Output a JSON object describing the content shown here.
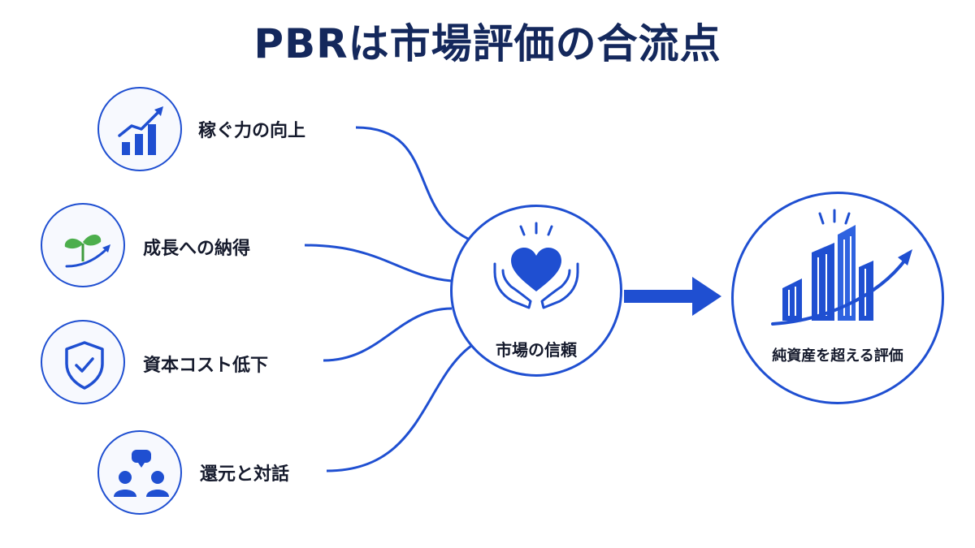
{
  "title": "PBRは市場評価の合流点",
  "factors": [
    {
      "label": "稼ぐ力の向上",
      "icon": "growth-chart-icon"
    },
    {
      "label": "成長への納得",
      "icon": "sprout-icon"
    },
    {
      "label": "資本コスト低下",
      "icon": "shield-check-icon"
    },
    {
      "label": "還元と対話",
      "icon": "people-dialogue-icon"
    }
  ],
  "hub": {
    "label": "市場の信頼",
    "icon": "hands-heart-icon"
  },
  "result": {
    "label": "純資産を超える評価",
    "icon": "buildings-rising-icon"
  },
  "colors": {
    "accent": "#1f4fd1",
    "title": "#14285c",
    "text": "#151a2c",
    "sprout": "#4cae4c"
  }
}
